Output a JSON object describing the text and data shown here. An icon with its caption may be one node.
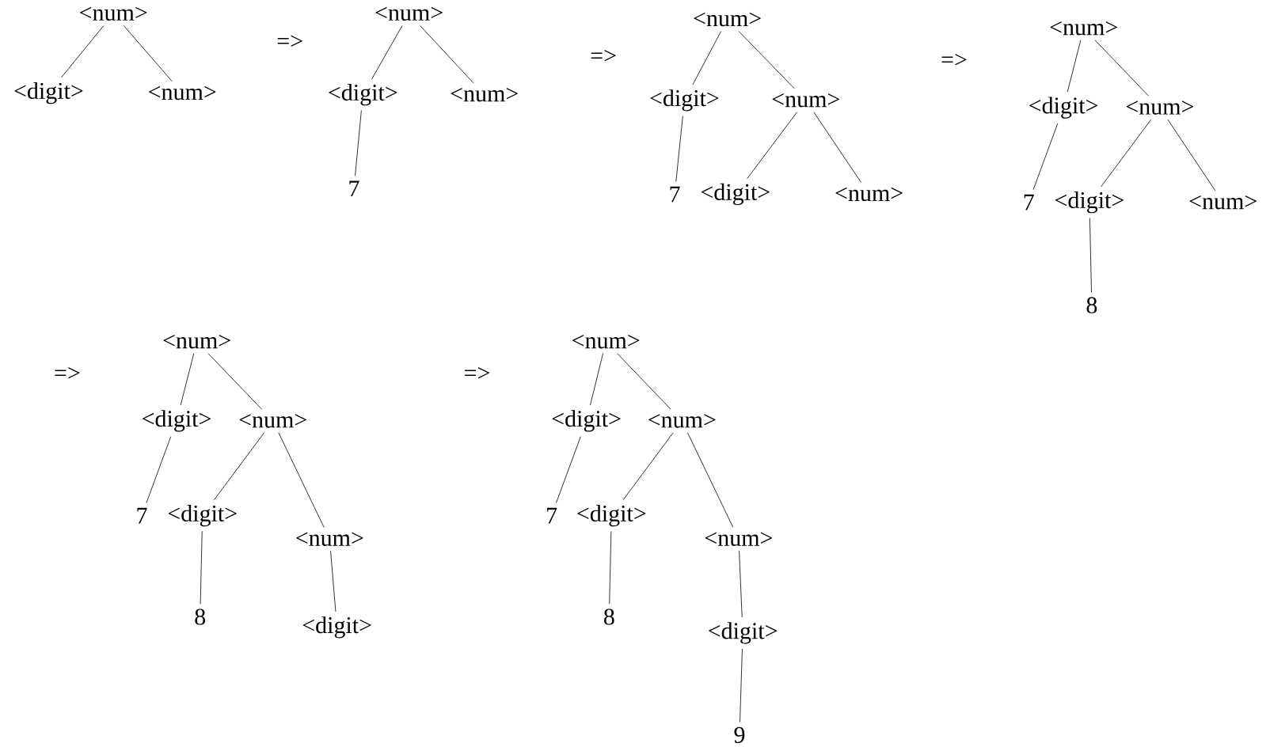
{
  "diagram": {
    "nodes": [
      {
        "text": [
          "<num>"
        ]
      },
      {
        "text": [
          "<digit>"
        ]
      },
      {
        "text": [
          "<num>"
        ]
      },
      {
        "text": [
          "<num>"
        ]
      },
      {
        "text": [
          "<digit>"
        ]
      },
      {
        "text": [
          "<num>"
        ]
      },
      {
        "text": [
          "7"
        ]
      },
      {
        "text": [
          "<num>"
        ]
      },
      {
        "text": [
          "<digit>"
        ]
      },
      {
        "text": [
          "<num>"
        ]
      },
      {
        "text": [
          "7"
        ]
      },
      {
        "text": [
          "<digit>"
        ]
      },
      {
        "text": [
          "<num>"
        ]
      },
      {
        "text": [
          "<num>"
        ]
      },
      {
        "text": [
          "<digit>"
        ]
      },
      {
        "text": [
          "<num>"
        ]
      },
      {
        "text": [
          "7"
        ]
      },
      {
        "text": [
          "<digit>"
        ]
      },
      {
        "text": [
          "<num>"
        ]
      },
      {
        "text": [
          "8"
        ]
      },
      {
        "text": [
          "<num>"
        ]
      },
      {
        "text": [
          "<digit>"
        ]
      },
      {
        "text": [
          "<num>"
        ]
      },
      {
        "text": [
          "7"
        ]
      },
      {
        "text": [
          "<digit>"
        ]
      },
      {
        "text": [
          "<num>"
        ]
      },
      {
        "text": [
          "8"
        ]
      },
      {
        "text": [
          "<digit>"
        ]
      },
      {
        "text": [
          "<num>"
        ]
      },
      {
        "text": [
          "<digit>"
        ]
      },
      {
        "text": [
          "<num>"
        ]
      },
      {
        "text": [
          "7"
        ]
      },
      {
        "text": [
          "<digit>"
        ]
      },
      {
        "text": [
          "<num>"
        ]
      },
      {
        "text": [
          "8"
        ]
      },
      {
        "text": [
          "<digit>"
        ]
      },
      {
        "text": [
          "9"
        ]
      }
    ],
    "edges": [
      {
        "from": 0,
        "to": 1,
        "arrow": "none"
      },
      {
        "from": 0,
        "to": 2,
        "arrow": "none"
      },
      {
        "from": 3,
        "to": 4,
        "arrow": "none"
      },
      {
        "from": 3,
        "to": 5,
        "arrow": "none"
      },
      {
        "from": 4,
        "to": 6,
        "arrow": "none"
      },
      {
        "from": 7,
        "to": 8,
        "arrow": "none"
      },
      {
        "from": 7,
        "to": 9,
        "arrow": "none"
      },
      {
        "from": 8,
        "to": 10,
        "arrow": "none"
      },
      {
        "from": 9,
        "to": 11,
        "arrow": "none"
      },
      {
        "from": 9,
        "to": 12,
        "arrow": "none"
      },
      {
        "from": 13,
        "to": 14,
        "arrow": "none"
      },
      {
        "from": 13,
        "to": 15,
        "arrow": "none"
      },
      {
        "from": 14,
        "to": 16,
        "arrow": "none"
      },
      {
        "from": 15,
        "to": 17,
        "arrow": "none"
      },
      {
        "from": 15,
        "to": 18,
        "arrow": "none"
      },
      {
        "from": 17,
        "to": 19,
        "arrow": "none"
      },
      {
        "from": 20,
        "to": 21,
        "arrow": "none"
      },
      {
        "from": 20,
        "to": 22,
        "arrow": "none"
      },
      {
        "from": 21,
        "to": 23,
        "arrow": "none"
      },
      {
        "from": 22,
        "to": 24,
        "arrow": "none"
      },
      {
        "from": 22,
        "to": 25,
        "arrow": "none"
      },
      {
        "from": 24,
        "to": 26,
        "arrow": "none"
      },
      {
        "from": 25,
        "to": 27,
        "arrow": "none"
      },
      {
        "from": 28,
        "to": 29,
        "arrow": "none"
      },
      {
        "from": 28,
        "to": 30,
        "arrow": "none"
      },
      {
        "from": 29,
        "to": 31,
        "arrow": "none"
      },
      {
        "from": 30,
        "to": 32,
        "arrow": "none"
      },
      {
        "from": 30,
        "to": 33,
        "arrow": "none"
      },
      {
        "from": 32,
        "to": 34,
        "arrow": "none"
      },
      {
        "from": 33,
        "to": 35,
        "arrow": "none"
      },
      {
        "from": 35,
        "to": 36,
        "arrow": "none"
      }
    ],
    "labels": [
      "=>",
      "=>",
      "=>",
      "=>",
      "=>"
    ]
  }
}
